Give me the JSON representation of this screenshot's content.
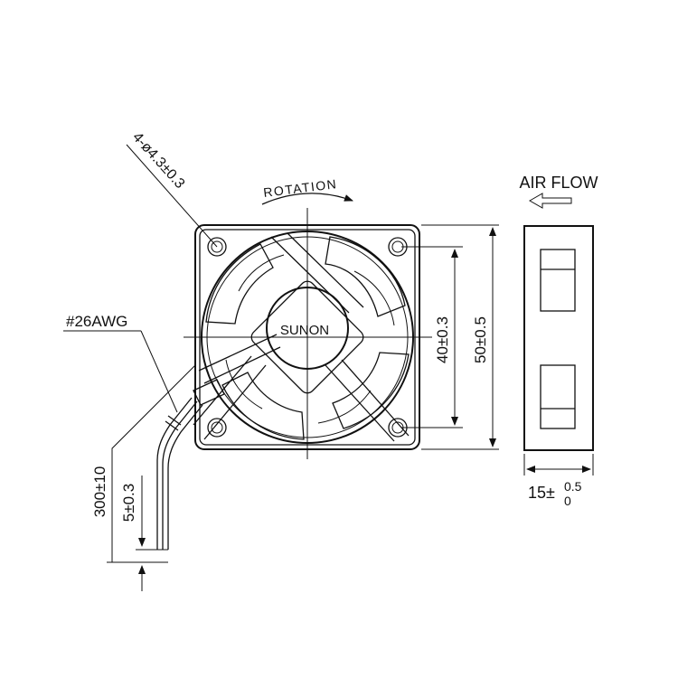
{
  "brand_label": "SUNON",
  "labels": {
    "mounting_holes": "4-ø4.3±0.3",
    "rotation": "ROTATION",
    "airflow": "AIR FLOW",
    "wire_gauge": "#26AWG",
    "hole_spacing": "40±0.3",
    "frame_size": "50±0.5",
    "lead_length": "300±10",
    "strip_length": "5±0.3",
    "thickness_base": "15±",
    "thickness_upper_tol": "0.5",
    "thickness_lower_tol": "0"
  },
  "colors": {
    "line": "#111111",
    "background": "#ffffff"
  }
}
